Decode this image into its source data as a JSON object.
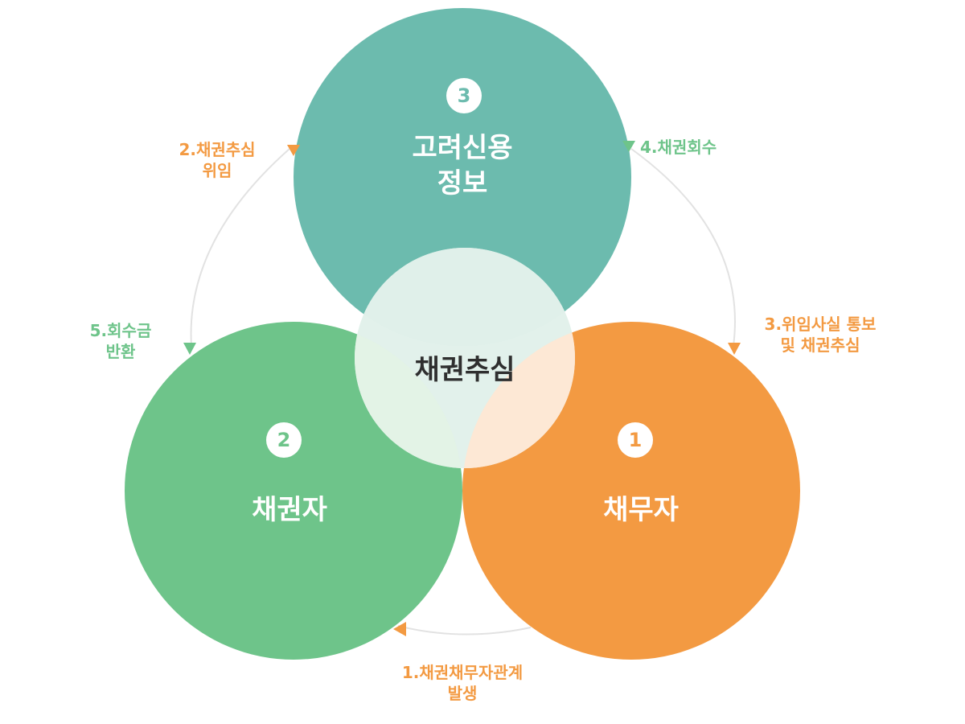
{
  "diagram": {
    "center_label": "채권추심",
    "circles": {
      "top": {
        "number": "3",
        "title_lines": [
          "고려신용",
          "정보"
        ],
        "color": "#6cbbae"
      },
      "left": {
        "number": "2",
        "title_lines": [
          "채권자"
        ],
        "color": "#6ec48a"
      },
      "right": {
        "number": "1",
        "title_lines": [
          "채무자"
        ],
        "color": "#f39a42"
      }
    },
    "center_circle_color": "#e0f0ea",
    "arrow_line_color": "#e2e2e2",
    "flows": {
      "step1": {
        "lines": [
          "1.채권채무자관계",
          "발생"
        ],
        "color": "#f39a42"
      },
      "step2": {
        "lines": [
          "2.채권추심",
          "위임"
        ],
        "color": "#f39a42"
      },
      "step3": {
        "lines": [
          "3.위임사실 통보",
          "및 채권추심"
        ],
        "color": "#f39a42"
      },
      "step4": {
        "lines": [
          "4.채권회수"
        ],
        "color": "#6ec48a"
      },
      "step5": {
        "lines": [
          "5.회수금",
          "반환"
        ],
        "color": "#6ec48a"
      }
    }
  }
}
